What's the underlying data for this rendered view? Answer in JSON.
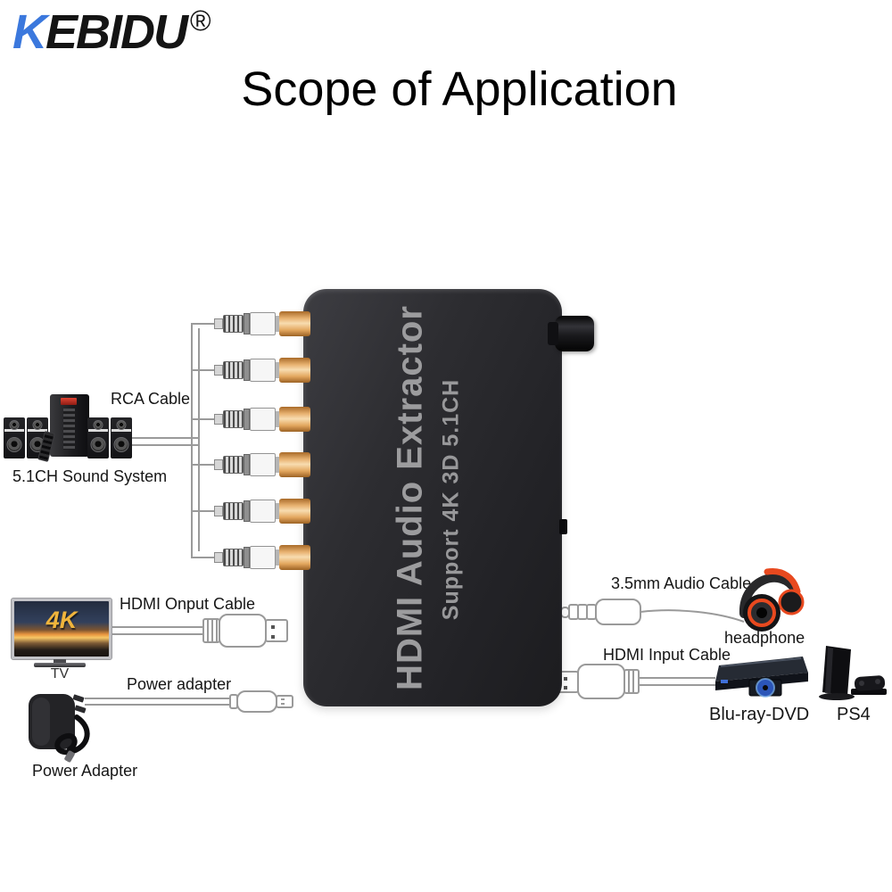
{
  "header": {
    "brand_first": "K",
    "brand_rest": "EBIDU",
    "registered_mark": "®"
  },
  "title": "Scope of Application",
  "device": {
    "name": "HDMI Audio Extractor",
    "subtitle": "Support 4K 3D 5.1CH"
  },
  "connections": {
    "rca": {
      "cable_label": "RCA Cable",
      "endpoint_label": "5.1CH Sound System",
      "plug_count": 6
    },
    "hdmi_output": {
      "cable_label": "HDMI Onput Cable",
      "endpoint_label": "TV",
      "tv_screen_text": "4K"
    },
    "power": {
      "cable_label": "Power adapter",
      "endpoint_label": "Power Adapter"
    },
    "audio_3_5mm": {
      "cable_label": "3.5mm Audio Cable",
      "endpoint_label": "headphone"
    },
    "hdmi_input": {
      "cable_label": "HDMI Input Cable",
      "endpoint_labels": [
        "Blu-ray-DVD",
        "PS4"
      ]
    }
  },
  "colors": {
    "brand_blue": "#3b78dd",
    "title_text": "#000000",
    "device_body": "#2a2a2e",
    "device_text": "#9c9c9e",
    "rca_gold": "#e2a964",
    "headphone_orange": "#e8491f",
    "line_art": "#9a9a9a",
    "disc_blue": "#3f6fd8",
    "tv_badge_gold": "#f0b43c"
  }
}
